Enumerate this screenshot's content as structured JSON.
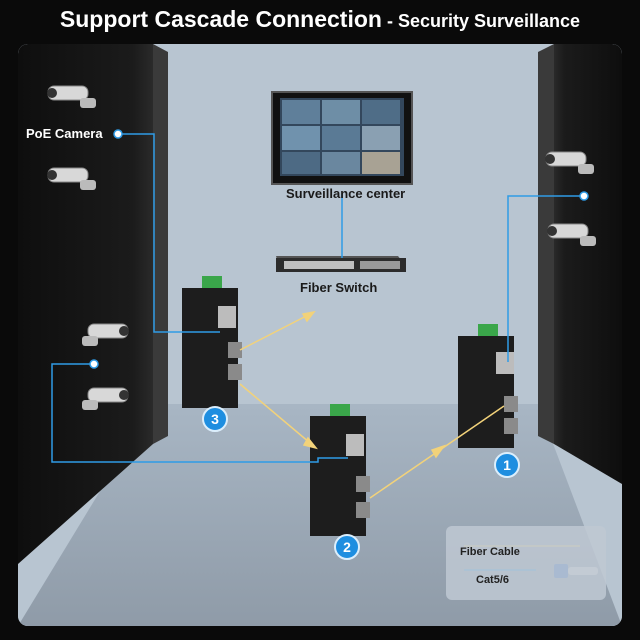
{
  "title": {
    "main": "Support Cascade Connection",
    "separator": " - ",
    "sub": "Security Surveillance"
  },
  "labels": {
    "poe_camera": "PoE Camera",
    "surveillance_center": "Surveillance center",
    "fiber_switch": "Fiber Switch"
  },
  "badges": [
    "1",
    "2",
    "3"
  ],
  "legend": {
    "fiber_cable": "Fiber Cable",
    "cat": "Cat5/6"
  },
  "colors": {
    "fiber_line": "#f2d27a",
    "copper_line": "#2f9be6",
    "badge": "#1e8ee0",
    "pillar": "#161616"
  }
}
